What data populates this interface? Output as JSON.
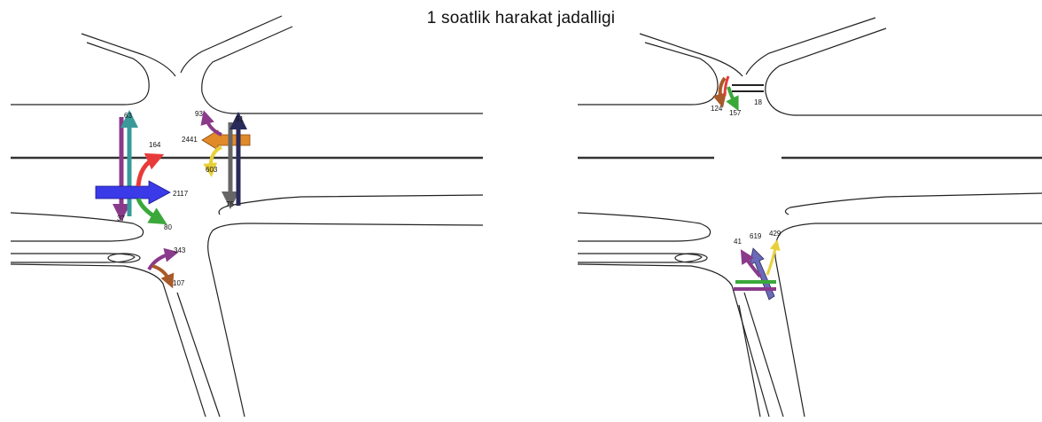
{
  "title": "1 soatlik harakat jadalligi",
  "left_flows": [
    {
      "value": "63"
    },
    {
      "value": "37"
    },
    {
      "value": "164"
    },
    {
      "value": "2117"
    },
    {
      "value": "80"
    },
    {
      "value": "93"
    },
    {
      "value": "2441"
    },
    {
      "value": "51"
    },
    {
      "value": "603"
    },
    {
      "value": "75"
    },
    {
      "value": "343"
    },
    {
      "value": "107"
    }
  ],
  "right_flows": [
    {
      "value": "124"
    },
    {
      "value": "157"
    },
    {
      "value": "18"
    },
    {
      "value": "41"
    },
    {
      "value": "619"
    },
    {
      "value": "429"
    }
  ],
  "colors": {
    "through_east": "#3a3ae8",
    "through_west": "#e08a2a",
    "left_turn_red": "#e83a3a",
    "right_turn_green": "#3aa83a",
    "purple": "#8a3a8a",
    "teal": "#3a9a9a",
    "yellow": "#e8d03a",
    "brown": "#a85a2a",
    "grey": "#666666",
    "navy": "#2a2a5a",
    "slate": "#6a6ab8"
  }
}
